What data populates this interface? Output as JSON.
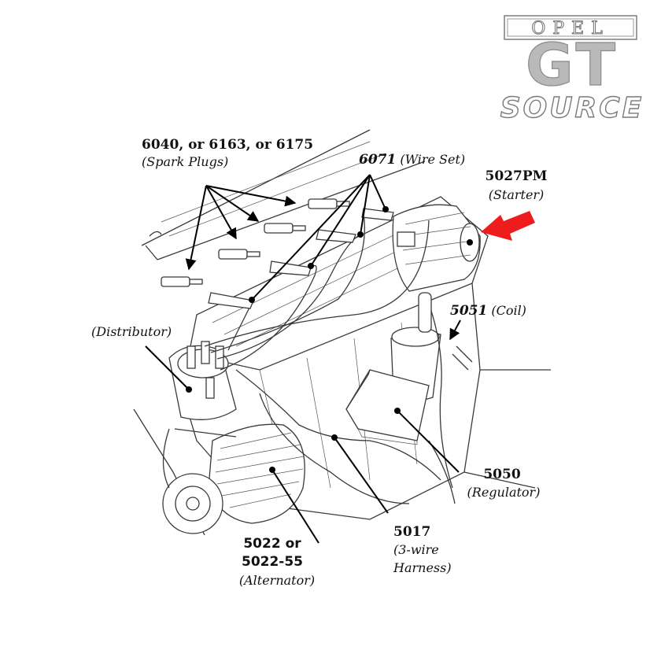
{
  "logo": {
    "line1": "OPEL",
    "line2": "GT",
    "line3": "SOURCE"
  },
  "labels": {
    "spark_plugs": {
      "number": "6040, or 6163, or 6175",
      "name": "(Spark Plugs)"
    },
    "wire_set": {
      "number": "6071",
      "name": "(Wire Set)"
    },
    "starter": {
      "number": "5027PM",
      "name": "(Starter)"
    },
    "coil": {
      "number": "5051",
      "name": "(Coil)"
    },
    "distributor": {
      "name": "(Distributor)"
    },
    "regulator": {
      "number": "5050",
      "name": "(Regulator)"
    },
    "harness": {
      "number": "5017",
      "name_line1": "(3-wire",
      "name_line2": "Harness)"
    },
    "alternator": {
      "number_line1": "5022 or",
      "number_line2": "5022-55",
      "name": "(Alternator)"
    }
  },
  "colors": {
    "highlight_arrow": "#ee1c1c",
    "line": "#000000",
    "logo_gray": "#b9b9b9"
  }
}
